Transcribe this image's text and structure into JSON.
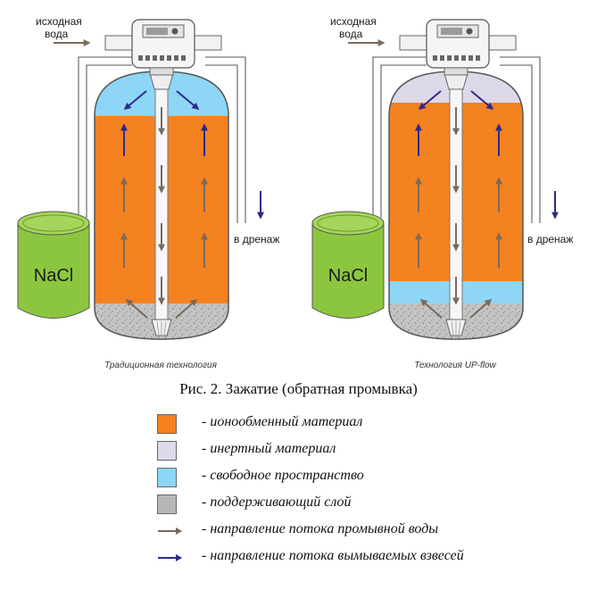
{
  "labels": {
    "inlet_left": [
      "исходная",
      "вода"
    ],
    "inlet_right": [
      "исходная",
      "вода"
    ],
    "drain_left": "в дренаж",
    "drain_right": "в дренаж",
    "brine_left": "NaCl",
    "brine_right": "NaCl",
    "subcaption_left": "Традиционная технология",
    "subcaption_right": "Технология UP-flow"
  },
  "caption": "Рис. 2. Зажатие (обратная промывка)",
  "legend": [
    {
      "type": "swatch",
      "color": "#f58220",
      "icon": "ion-exchange-swatch",
      "text": "- ионообменный материал"
    },
    {
      "type": "swatch",
      "color": "#dcd9ea",
      "icon": "inert-swatch",
      "text": "- инертный материал"
    },
    {
      "type": "swatch",
      "color": "#8ed6f5",
      "icon": "free-space-swatch",
      "text": "- свободное пространство"
    },
    {
      "type": "swatch",
      "color": "#b7b7b7",
      "icon": "support-layer-swatch",
      "text": "- поддерживающий слой"
    },
    {
      "type": "arrow",
      "color": "#7a6a5c",
      "icon": "wash-water-arrow-icon",
      "text": "- направление потока промывной воды"
    },
    {
      "type": "arrow",
      "color": "#2e2a8a",
      "icon": "suspension-arrow-icon",
      "text": "- направление потока вымываемых взвесей"
    }
  ],
  "colors": {
    "resin": "#f58220",
    "inert": "#dcd9ea",
    "free_space": "#8ed6f5",
    "support": "#b7b7b7",
    "brine_tank": "#8cc63f",
    "wash_arrow": "#7a6a5c",
    "suspension_arrow": "#2e2a8a"
  }
}
